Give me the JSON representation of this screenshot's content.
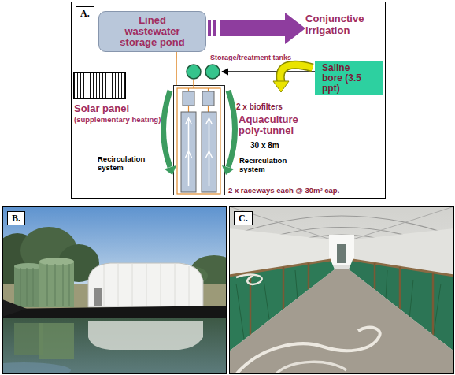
{
  "diagram": {
    "nodes": [
      {
        "text": [
          "A."
        ]
      },
      {
        "text": [
          "Lined wastewater storage pond"
        ],
        "in": 0
      },
      {
        "text": [
          "Storage/treatment tanks"
        ],
        "in": 0
      },
      {
        "text": [
          "Saline bore (3.5 ppt)"
        ],
        "in": 0
      },
      {
        "text": [
          "Solar panel",
          "(supplementary heating)"
        ],
        "in": 0
      },
      {
        "text": [
          "Aquaculture poly-tunnel",
          "30 x 8m"
        ],
        "in": 0
      },
      {
        "text": [
          "B."
        ]
      },
      {
        "text": [
          "C."
        ]
      }
    ],
    "edges": [
      {
        "from": 3,
        "to": 2,
        "arrow": "to"
      },
      {
        "from": 1,
        "to": 5,
        "arrow": "none"
      },
      {
        "from": 2,
        "to": 5,
        "arrow": "none"
      }
    ],
    "labels": [
      "Conjunctive irrigation",
      "2 x biofilters",
      "Recirculation system",
      "Recirculation system",
      "2 x raceways each @ 30m³ cap."
    ]
  }
}
